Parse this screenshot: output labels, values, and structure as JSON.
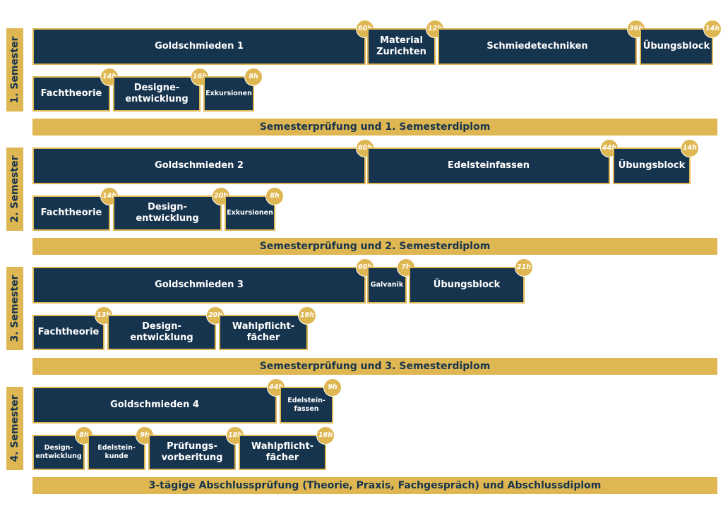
{
  "semesters": [
    {
      "label": "1. Semester",
      "row1": [
        {
          "name": "Goldschmieden 1",
          "hours": "60h"
        },
        {
          "name": "Material\nZurichten",
          "hours": "12h"
        },
        {
          "name": "Schmiedetechniken",
          "hours": "36h"
        },
        {
          "name": "Übungsblock",
          "hours": "14h"
        }
      ],
      "row2": [
        {
          "name": "Fachtheorie",
          "hours": "14h"
        },
        {
          "name": "Designe-\nentwicklung",
          "hours": "16h"
        },
        {
          "name": "Exkursionen",
          "hours": "8h"
        }
      ],
      "exam": "Semesterprüfung und 1. Semesterdiplom"
    },
    {
      "label": "2. Semester",
      "row1": [
        {
          "name": "Goldschmieden 2",
          "hours": "60h"
        },
        {
          "name": "Edelsteinfassen",
          "hours": "44h"
        },
        {
          "name": "Übungsblock",
          "hours": "14h"
        }
      ],
      "row2": [
        {
          "name": "Fachtheorie",
          "hours": "14h"
        },
        {
          "name": "Design-\nentwicklung",
          "hours": "20h"
        },
        {
          "name": "Exkursionen",
          "hours": "8h"
        }
      ],
      "exam": "Semesterprüfung und 2. Semesterdiplom"
    },
    {
      "label": "3. Semester",
      "row1": [
        {
          "name": "Goldschmieden 3",
          "hours": "60h"
        },
        {
          "name": "Galvanik",
          "hours": "7h"
        },
        {
          "name": "Übungsblock",
          "hours": "21h"
        }
      ],
      "row2": [
        {
          "name": "Fachtheorie",
          "hours": "13h"
        },
        {
          "name": "Design-\nentwicklung",
          "hours": "20h"
        },
        {
          "name": "Wahlpflicht-\nfächer",
          "hours": "16h"
        }
      ],
      "exam": "Semesterprüfung und 3. Semesterdiplom"
    },
    {
      "label": "4. Semester",
      "row1": [
        {
          "name": "Goldschmieden 4",
          "hours": "44h"
        },
        {
          "name": "Edelstein-\nfassen",
          "hours": "9h"
        }
      ],
      "row2": [
        {
          "name": "Design-\nentwicklung",
          "hours": "8h"
        },
        {
          "name": "Edelstein-\nkunde",
          "hours": "9h"
        },
        {
          "name": "Prüfungs-\nvorberitung",
          "hours": "18h"
        },
        {
          "name": "Wahlpflicht-\nfächer",
          "hours": "16h"
        }
      ],
      "exam": "3-tägige Abschlussprüfung (Theorie, Praxis, Fachgespräch) und Abschlussdiplom"
    }
  ]
}
